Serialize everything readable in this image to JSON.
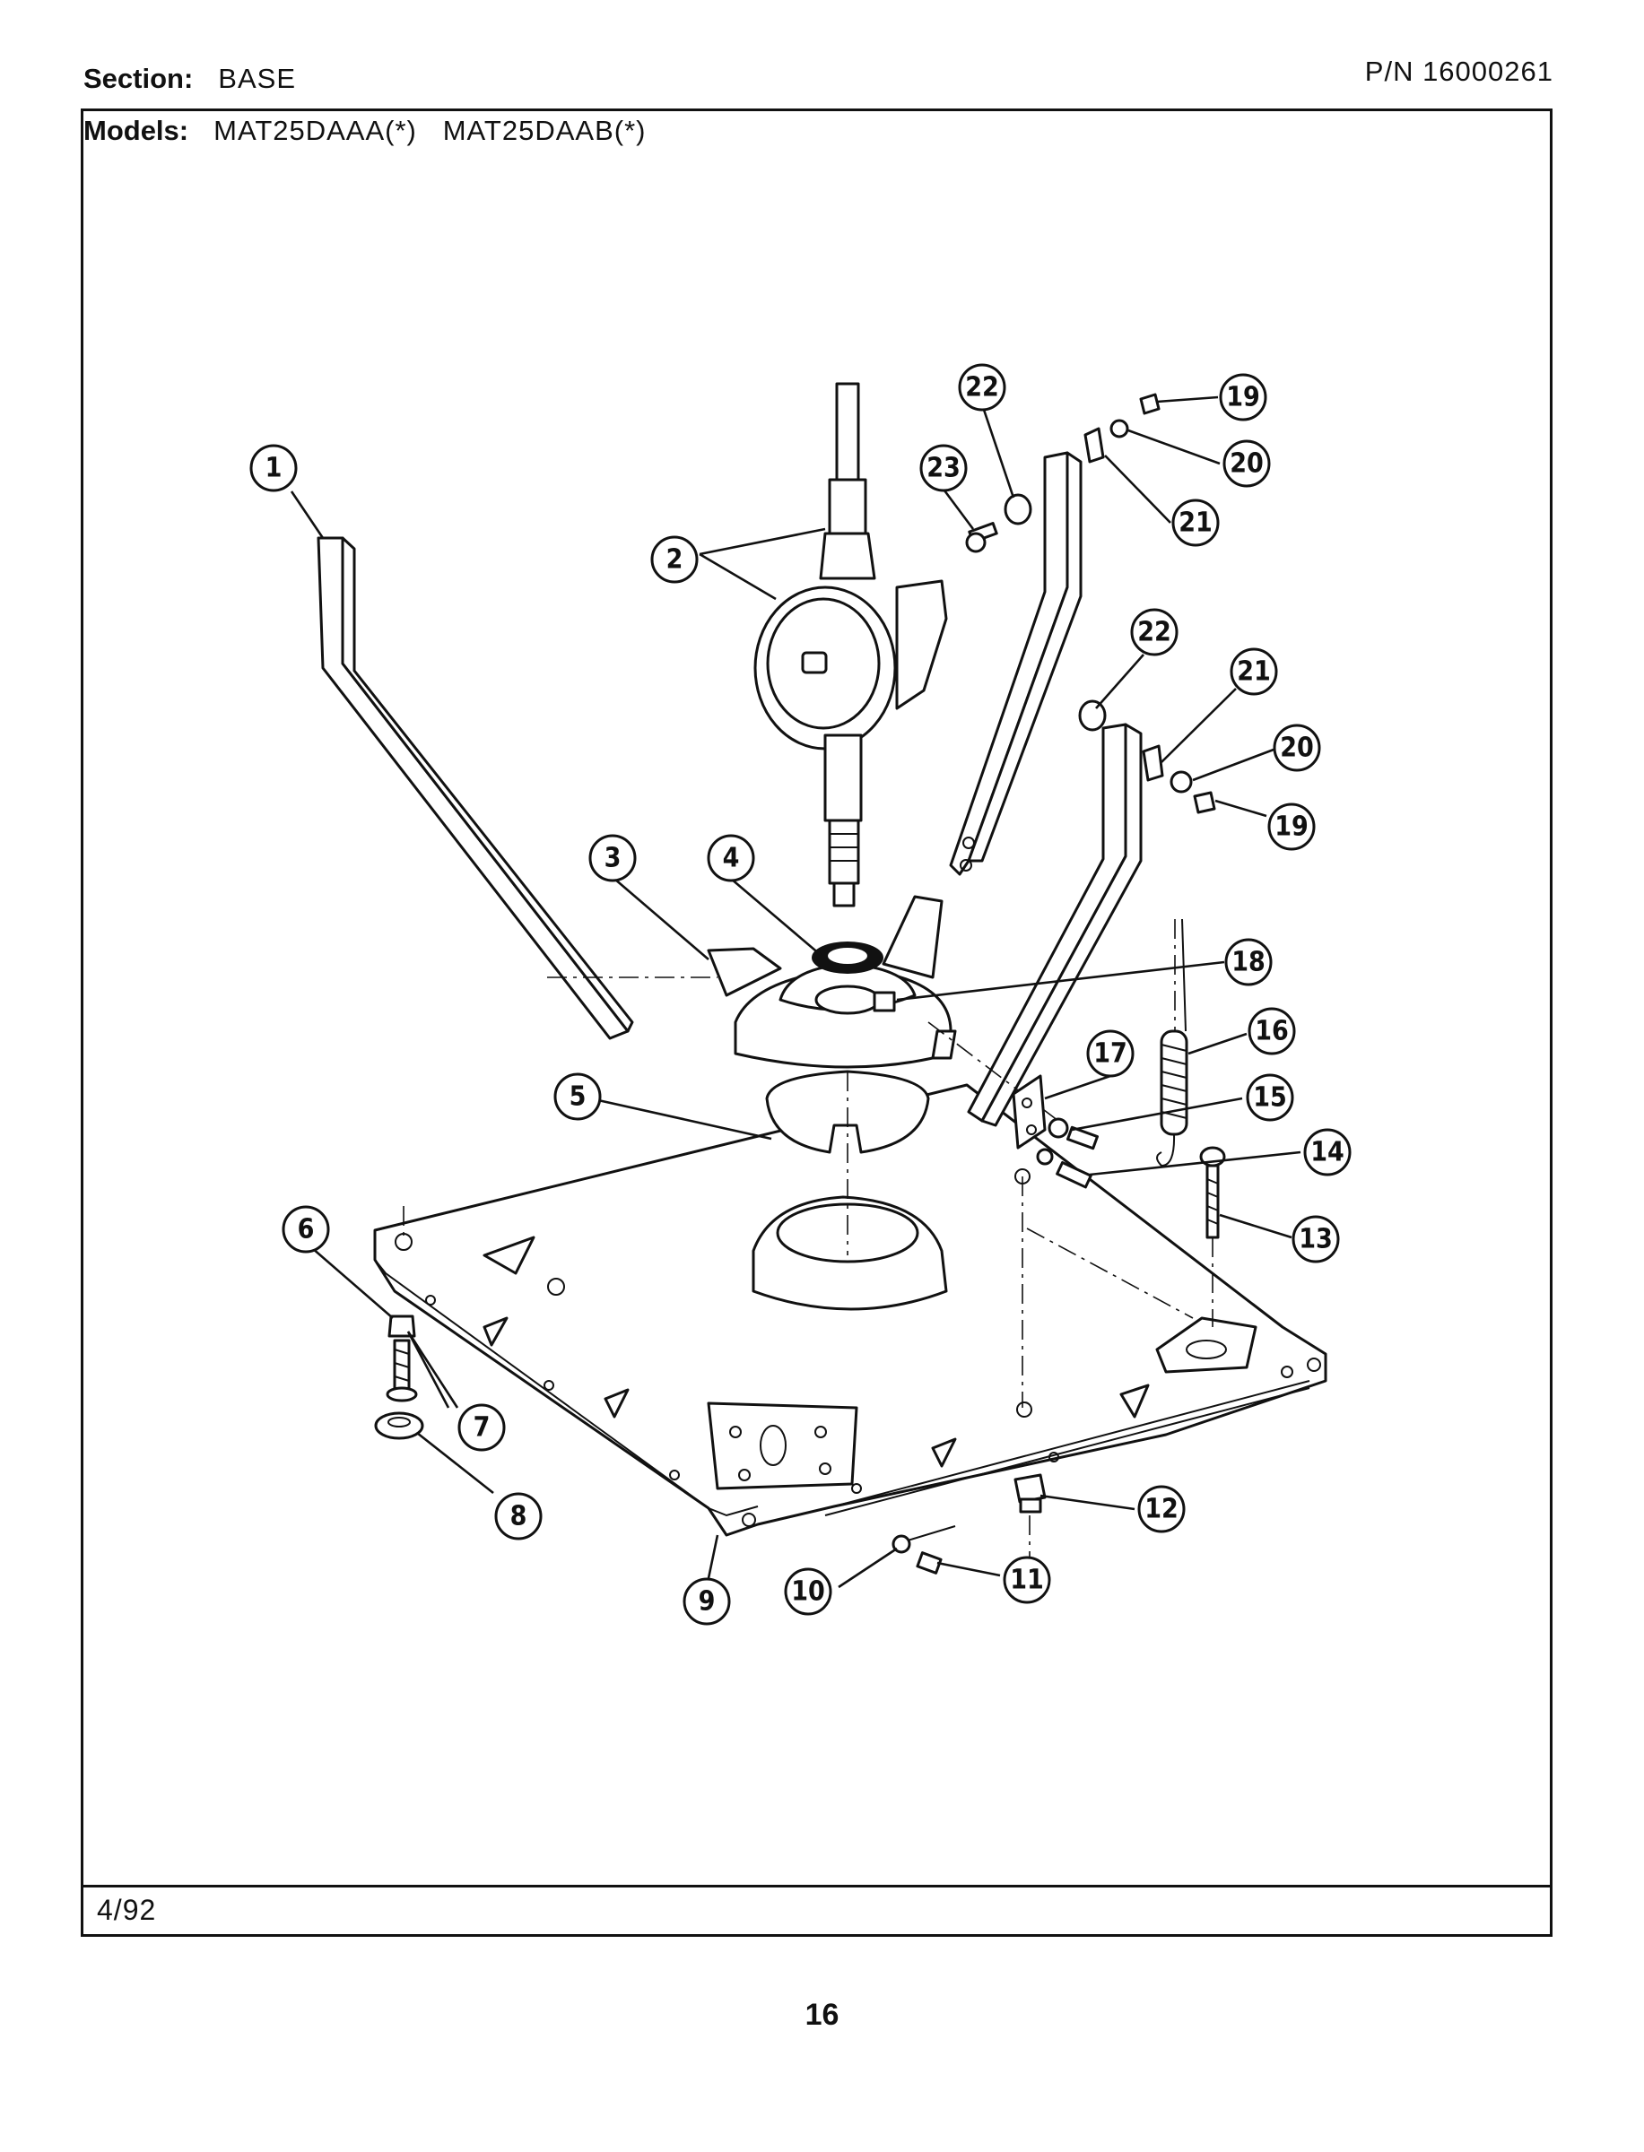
{
  "header": {
    "section_label": "Section:",
    "section_value": "BASE",
    "part_number": "P/N 16000261",
    "models_label": "Models:",
    "models_value": "MAT25DAAA(*)   MAT25DAAB(*)"
  },
  "footer": {
    "date": "4/92",
    "page_number": "16"
  },
  "callouts": [
    "1",
    "2",
    "3",
    "4",
    "5",
    "6",
    "7",
    "8",
    "9",
    "10",
    "11",
    "12",
    "13",
    "14",
    "15",
    "16",
    "17",
    "18",
    "19",
    "20",
    "21",
    "22",
    "23",
    "22",
    "21",
    "20",
    "19"
  ]
}
